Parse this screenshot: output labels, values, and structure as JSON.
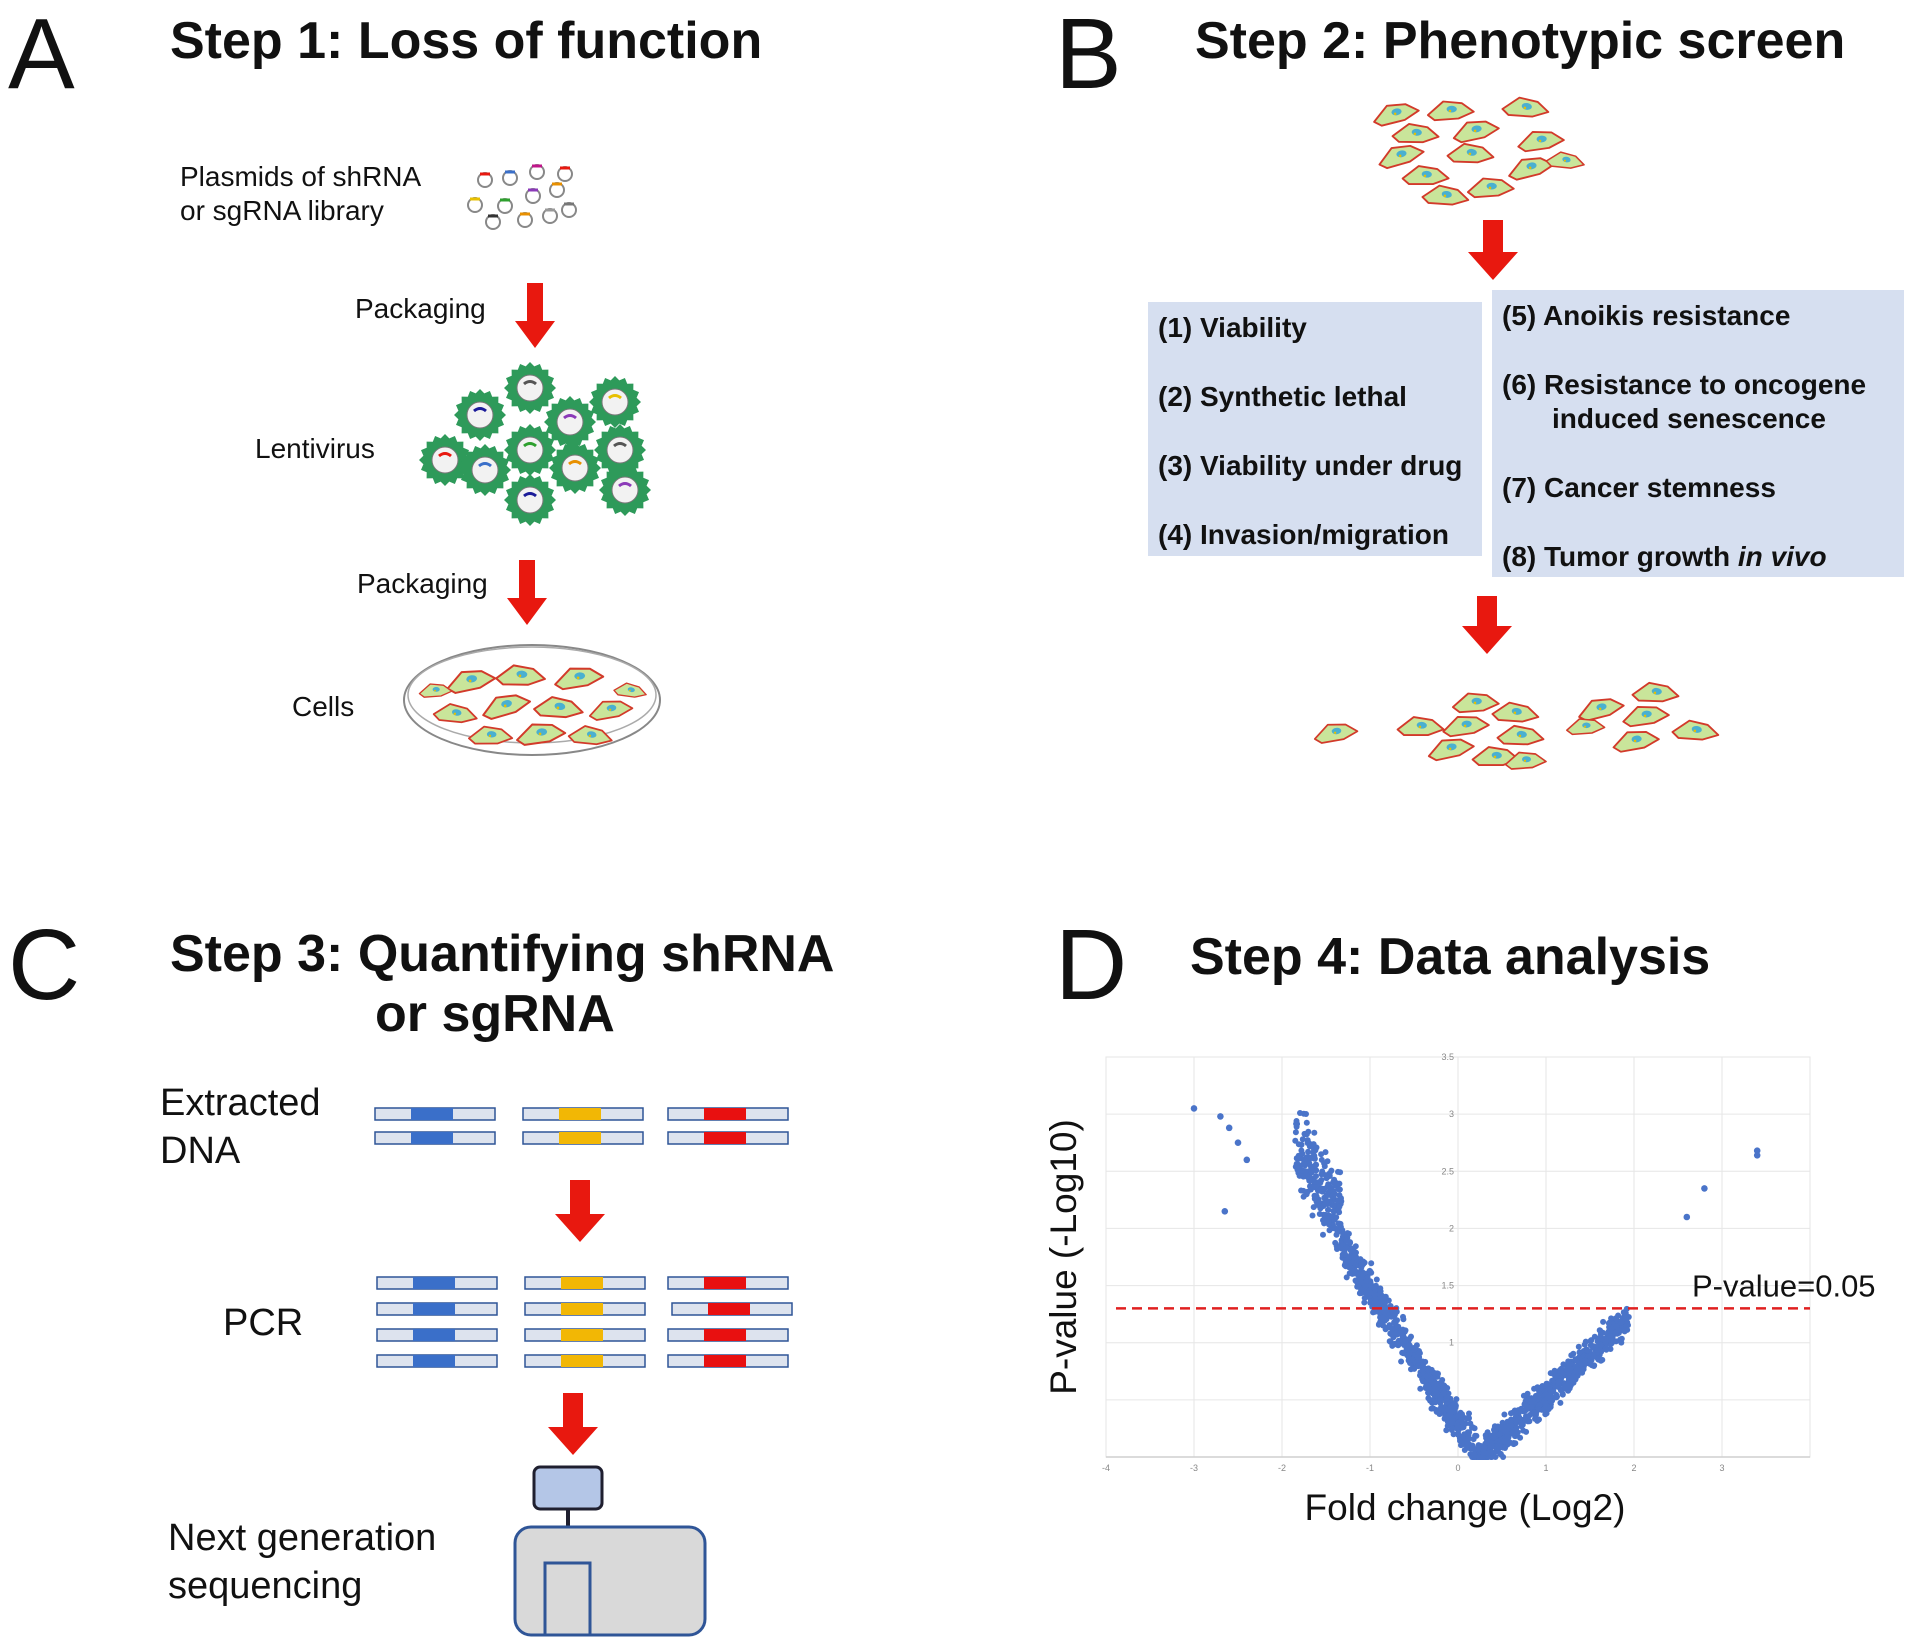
{
  "panels": {
    "A": {
      "letter": "A",
      "title": "Step 1: Loss of function",
      "plasmids_label_1": "Plasmids of shRNA",
      "plasmids_label_2": "or sgRNA library",
      "packaging_1": "Packaging",
      "lentivirus": "Lentivirus",
      "packaging_2": "Packaging",
      "cells": "Cells"
    },
    "B": {
      "letter": "B",
      "title": "Step 2: Phenotypic screen",
      "left_items": [
        "(1) Viability",
        "(2) Synthetic lethal",
        "(3) Viability under drug",
        "(4) Invasion/migration"
      ],
      "right_items": [
        {
          "lines": [
            "(5) Anoikis resistance"
          ]
        },
        {
          "lines": [
            "(6) Resistance to oncogene",
            "induced senescence"
          ]
        },
        {
          "lines": [
            "(7) Cancer stemness"
          ]
        },
        {
          "lines": [
            "(8) Tumor growth "
          ],
          "italic": "in vivo"
        }
      ]
    },
    "C": {
      "letter": "C",
      "title_1": "Step 3: Quantifying shRNA",
      "title_2": "or sgRNA",
      "extracted_1": "Extracted",
      "extracted_2": "DNA",
      "pcr": "PCR",
      "ngs_1": "Next generation",
      "ngs_2": "sequencing"
    },
    "D": {
      "letter": "D",
      "title": "Step 4: Data analysis"
    }
  },
  "colors": {
    "arrow": "#e8180f",
    "cell_fill": "#c9e59a",
    "cell_edge": "#d23a2a",
    "virus": "#2e9a5a",
    "box": "#d6dff0",
    "scatter": "#4a74c9",
    "threshold": "#e02020",
    "dna_blue": "#3a6fc9",
    "dna_yellow": "#f2b705",
    "dna_red": "#e81010",
    "dna_bg": "#dde3ee"
  },
  "chart_data": {
    "type": "scatter",
    "title": "",
    "xlabel": "Fold change (Log2)",
    "ylabel": "P-value (-Log10)",
    "xlim": [
      -4,
      4
    ],
    "ylim": [
      0,
      3.5
    ],
    "xticks": [
      -4,
      -3,
      -2,
      -1,
      0,
      1,
      2,
      3
    ],
    "yticks": [
      0.5,
      1,
      1.5,
      2,
      2.5,
      3,
      3.5
    ],
    "grid": true,
    "threshold": {
      "y": 1.3,
      "label": "P-value=0.05"
    },
    "outliers": [
      [
        -3.0,
        3.05
      ],
      [
        -2.7,
        2.98
      ],
      [
        -2.6,
        2.88
      ],
      [
        -2.5,
        2.75
      ],
      [
        -2.4,
        2.6
      ],
      [
        -2.65,
        2.15
      ],
      [
        3.4,
        2.68
      ],
      [
        3.4,
        2.64
      ],
      [
        2.8,
        2.35
      ],
      [
        2.6,
        2.1
      ]
    ],
    "point_count": 1500
  }
}
